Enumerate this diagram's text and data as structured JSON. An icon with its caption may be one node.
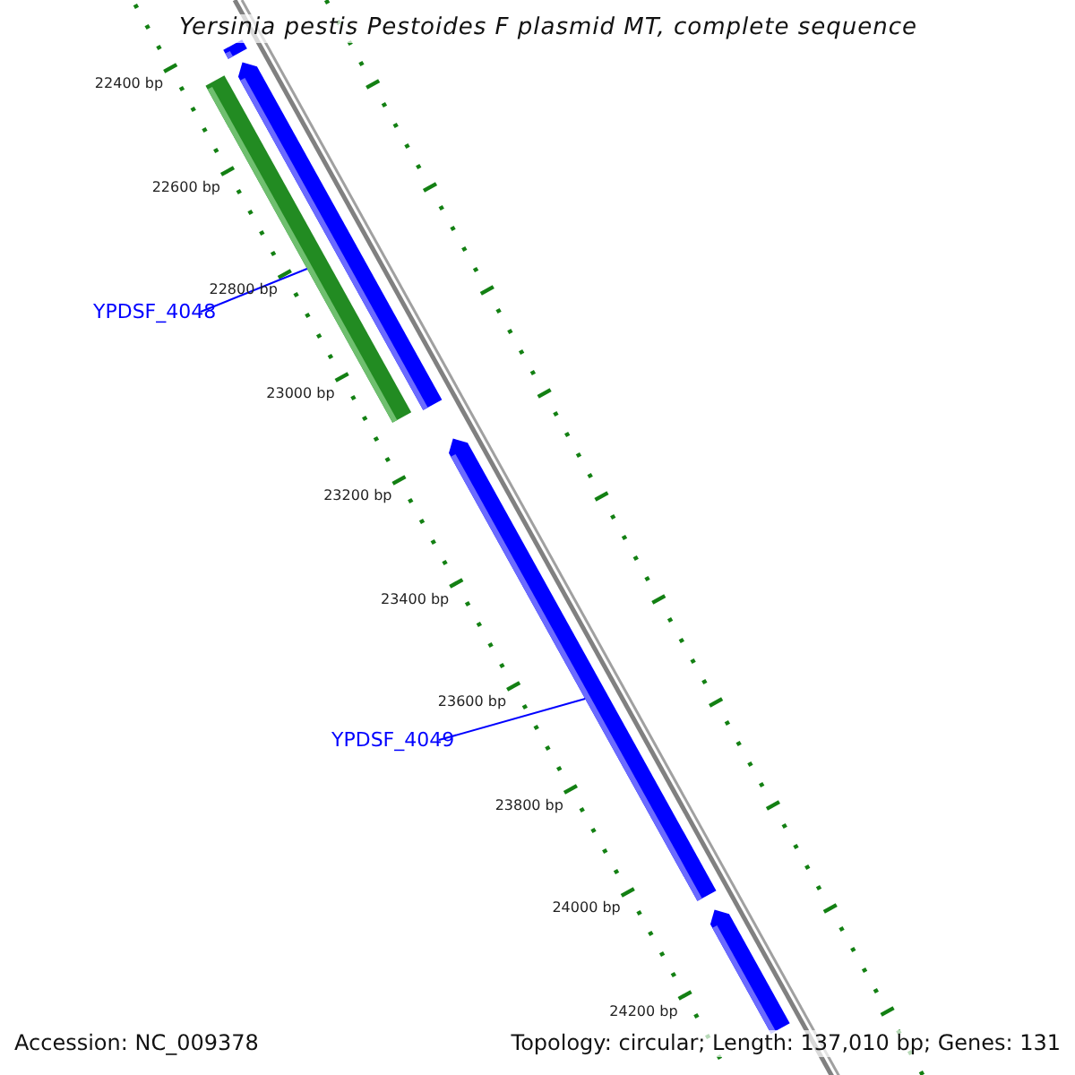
{
  "diagram": {
    "title": "Yersinia pestis Pestoides F plasmid MT, complete sequence",
    "nodes": [
      {
        "text": [],
        "shape": "bar"
      },
      {
        "text": [],
        "shape": "bar"
      },
      {
        "text": [],
        "shape": "bar"
      },
      {
        "text": [
          "YPDSF_4048"
        ]
      },
      {
        "text": [],
        "shape": "bar"
      },
      {
        "text": [
          "YPDSF_4049"
        ]
      },
      {
        "text": [],
        "shape": "bar"
      }
    ],
    "edges": [
      {
        "from": 3,
        "to": 1,
        "arrow": "none"
      },
      {
        "from": 5,
        "to": 4,
        "arrow": "none"
      }
    ],
    "labels": [
      "22400 bp",
      "22600 bp",
      "22800 bp",
      "23000 bp",
      "23200 bp",
      "23400 bp",
      "23600 bp",
      "23800 bp",
      "24000 bp",
      "24200 bp",
      "Accession: NC_009378",
      "Topology: circular; Length: 137,010 bp; Genes: 131"
    ]
  }
}
